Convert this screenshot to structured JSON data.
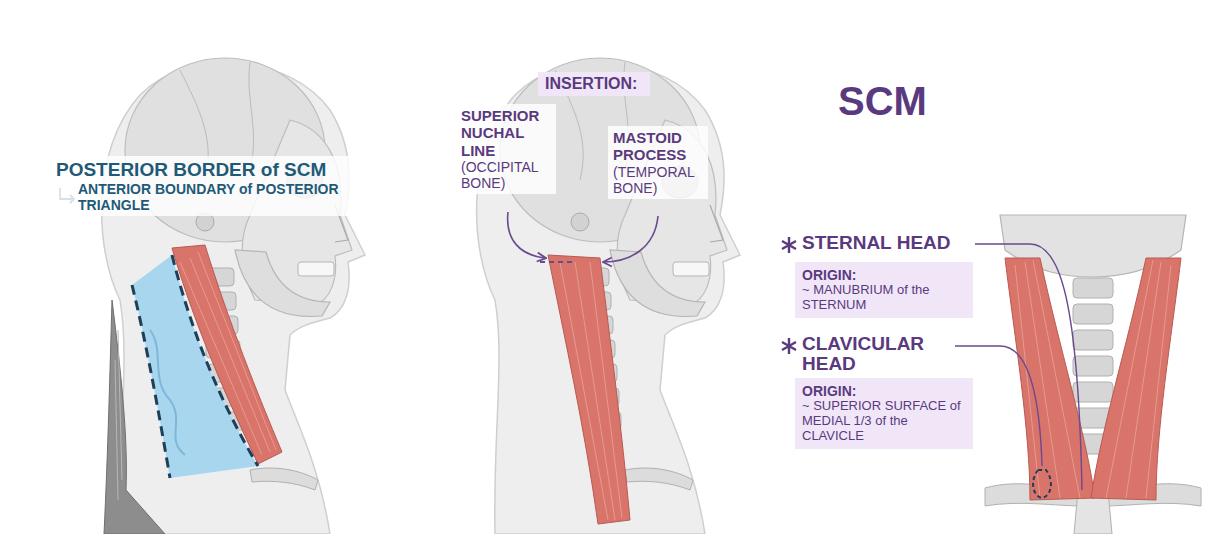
{
  "diagram": {
    "title": "SCM",
    "nodes": [
      {
        "text": [
          "POSTERIOR BORDER of SCM",
          "ANTERIOR BOUNDARY of POSTERIOR TRIANGLE"
        ]
      },
      {
        "text": [
          "INSERTION:"
        ]
      },
      {
        "text": [
          "SUPERIOR NUCHAL LINE",
          "(OCCIPITAL BONE)"
        ]
      },
      {
        "text": [
          "MASTOID PROCESS",
          "(TEMPORAL BONE)"
        ]
      },
      {
        "text": [
          "ORIGIN:",
          "~ MANUBRIUM of the STERNUM"
        ]
      },
      {
        "text": [
          "ORIGIN:",
          "~ SUPERIOR SURFACE of MEDIAL 1/3 of the CLAVICLE"
        ]
      }
    ],
    "labels": [
      "STERNAL HEAD",
      "CLAVICULAR HEAD"
    ]
  }
}
